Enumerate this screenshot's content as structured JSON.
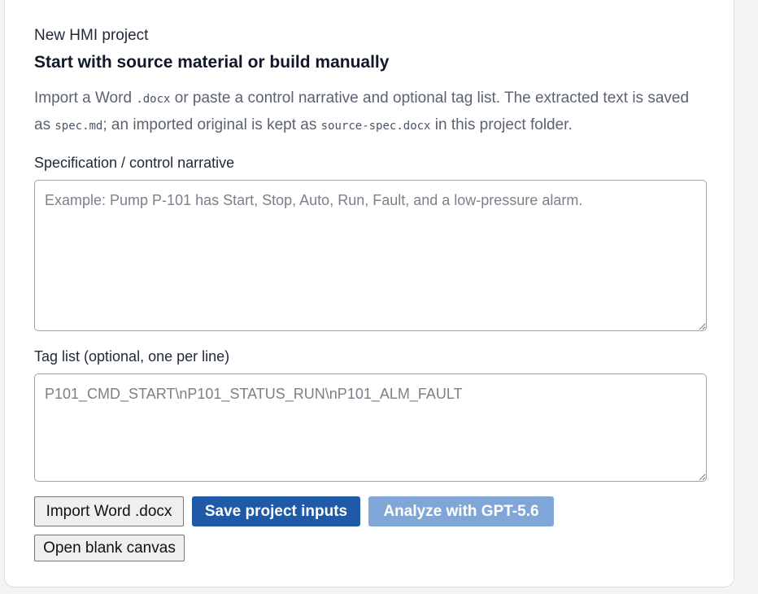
{
  "header": {
    "kicker": "New HMI project",
    "title": "Start with source material or build manually"
  },
  "description": {
    "part1": "Import a Word ",
    "code1": ".docx",
    "part2": " or paste a control narrative and optional tag list. The extracted text is saved as ",
    "code2": "spec.md",
    "part3": "; an imported original is kept as ",
    "code3": "source-spec.docx",
    "part4": " in this project folder."
  },
  "spec": {
    "label": "Specification / control narrative",
    "placeholder": "Example: Pump P-101 has Start, Stop, Auto, Run, Fault, and a low-pressure alarm.",
    "value": ""
  },
  "tags": {
    "label": "Tag list (optional, one per line)",
    "placeholder": "P101_CMD_START\\nP101_STATUS_RUN\\nP101_ALM_FAULT",
    "value": ""
  },
  "actions": {
    "import_label": "Import Word .docx",
    "save_label": "Save project inputs",
    "analyze_label": "Analyze with GPT-5.6",
    "blank_label": "Open blank canvas"
  },
  "colors": {
    "primary": "#1e5aa8",
    "primary_disabled": "#7fa6d6",
    "muted_text": "#5b6370"
  }
}
